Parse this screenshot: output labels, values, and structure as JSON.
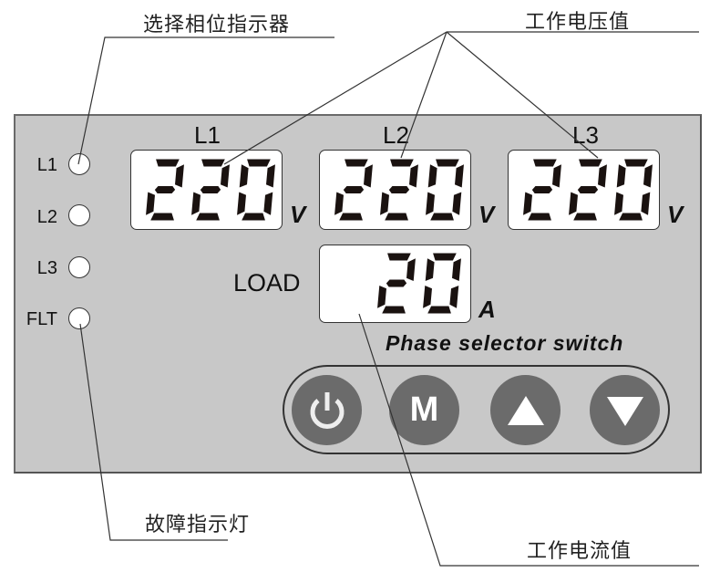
{
  "callouts": {
    "phase_indicator": "选择相位指示器",
    "working_voltage": "工作电压值",
    "fault_indicator": "故障指示灯",
    "working_current": "工作电流值"
  },
  "indicators": [
    {
      "label": "L1"
    },
    {
      "label": "L2"
    },
    {
      "label": "L3"
    },
    {
      "label": "FLT"
    }
  ],
  "voltage_displays": [
    {
      "phase": "L1",
      "value": "220",
      "unit": "V"
    },
    {
      "phase": "L2",
      "value": "220",
      "unit": "V"
    },
    {
      "phase": "L3",
      "value": "220",
      "unit": "V"
    }
  ],
  "load_display": {
    "label": "LOAD",
    "value": "20",
    "unit": "A"
  },
  "brand_text": "Phase selector switch",
  "buttons": [
    {
      "name": "power",
      "icon": "power-icon"
    },
    {
      "name": "mode",
      "label": "M"
    },
    {
      "name": "up",
      "icon": "triangle-up-icon"
    },
    {
      "name": "down",
      "icon": "triangle-down-icon"
    }
  ],
  "colors": {
    "panel": "#c8c8c8",
    "panel_border": "#6a6a6a",
    "button": "#6b6b6b",
    "segment": "#1a1210",
    "lcd_bg": "#ffffff"
  }
}
